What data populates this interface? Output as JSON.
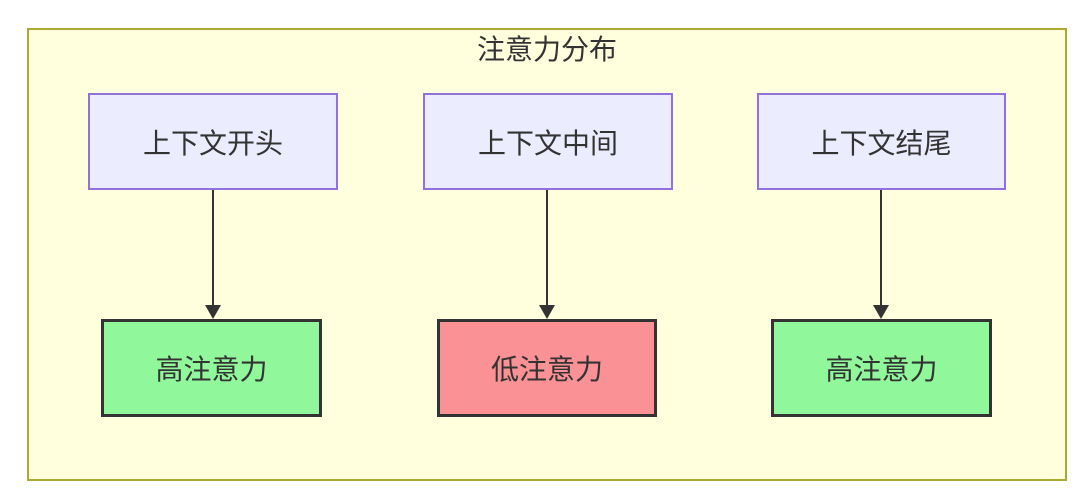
{
  "diagram": {
    "title": "注意力分布",
    "columns": [
      {
        "source": "上下文开头",
        "target": "高注意力",
        "level": "high"
      },
      {
        "source": "上下文中间",
        "target": "低注意力",
        "level": "low"
      },
      {
        "source": "上下文结尾",
        "target": "高注意力",
        "level": "high"
      }
    ]
  },
  "colors": {
    "container_bg": "#ffffde",
    "container_border": "#aaaa33",
    "node_bg": "#ececff",
    "node_border": "#9370db",
    "high_bg": "#90f79b",
    "low_bg": "#fa9195",
    "result_border": "#333333",
    "arrow": "#333333",
    "text": "#333333",
    "page_bg": "#ffffff"
  }
}
